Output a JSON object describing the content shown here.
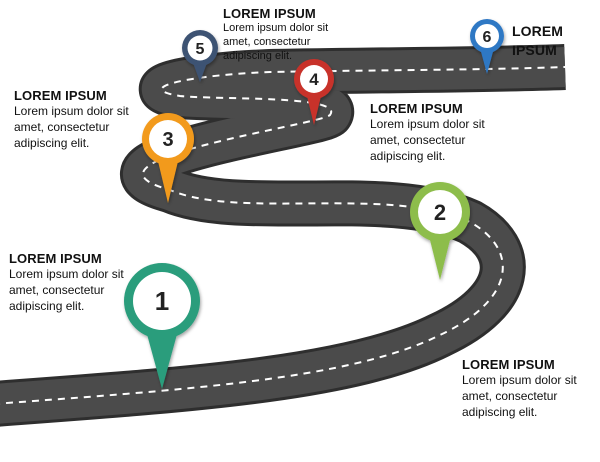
{
  "milestones": [
    {
      "number": "1",
      "color": "#2a9d7c",
      "title": "LOREM IPSUM",
      "body": "Lorem ipsum dolor sit amet, consectetur adipiscing elit."
    },
    {
      "number": "2",
      "color": "#8dbd4b",
      "title": "LOREM IPSUM",
      "body": "Lorem ipsum dolor sit amet, consectetur adipiscing elit."
    },
    {
      "number": "3",
      "color": "#f29a1d",
      "title": "LOREM IPSUM",
      "body": "Lorem ipsum dolor sit amet, consectetur adipiscing elit."
    },
    {
      "number": "4",
      "color": "#c8322b",
      "title": "LOREM IPSUM",
      "body": "Lorem ipsum dolor sit amet, consectetur adipiscing elit."
    },
    {
      "number": "5",
      "color": "#3e5273",
      "title": "LOREM IPSUM",
      "body": "Lorem ipsum dolor sit amet, consectetur adipiscing elit."
    },
    {
      "number": "6",
      "color": "#2f78c4",
      "title": "LOREM IPSUM"
    }
  ],
  "road_color": "#4b4b4b",
  "road_edge_color": "#2e2e2e",
  "lane_color": "#ffffff"
}
